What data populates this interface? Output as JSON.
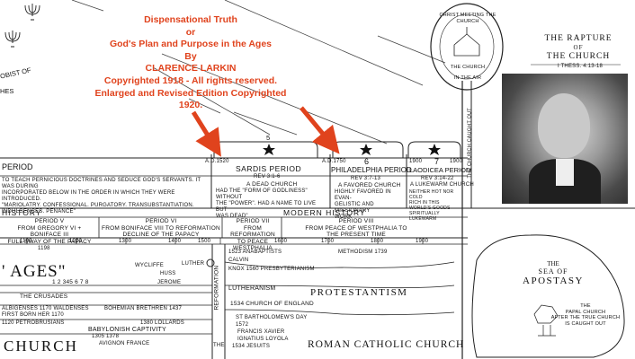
{
  "credit": {
    "line1": "Dispensational Truth",
    "line2": "or",
    "line3": "God's Plan and Purpose in the Ages",
    "line4": "By",
    "line5": "CLARENCE LARKIN",
    "line6": "Copyrighted 1918 - All rights reserved.",
    "line7": "Enlarged and Revised Edition Copyrighted 1920.",
    "color": "#e0431d"
  },
  "left_edge": {
    "t1": "OBIST OF",
    "t2": "HES",
    "ages": "' AGES\"",
    "church": "CHURCH"
  },
  "periods": {
    "left_title": "PERIOD",
    "left_lines": [
      "TO TEACH PERNICIOUS DOCTRINES AND SEDUCE GOD'S SERVANTS. IT WAS DURING",
      "INCORPORATED BELOW IN THE ORDER IN WHICH THEY WERE INTRODUCED.",
      "\"MARIOLATRY. CONFESSIONAL. PURGATORY. TRANSUBSTANTIATION. INDULGENCES. PENANCE\""
    ],
    "sardis": {
      "date": "A.D.1520",
      "num": "5",
      "title": "SARDIS PERIOD",
      "ref": "REV 3:1-6",
      "name": "A DEAD CHURCH",
      "desc": [
        "HAD THE \"FORM OF GODLINESS\" WITHOUT",
        "THE \"POWER\". HAD A NAME TO LIVE BUT",
        "WAS DEAD\""
      ]
    },
    "philadelphia": {
      "date": "A.D.1750",
      "num": "6",
      "title": "PHILADELPHIA PERIOD",
      "ref": "REV 3:7-13",
      "name": "A FAVORED CHURCH",
      "desc": [
        "HIGHLY FAVORED IN EVAN-",
        "GELISTIC AND MISSIONARY",
        "WORK"
      ]
    },
    "laodicea": {
      "date": "1900",
      "num": "7",
      "title": "LAODICEA PERIOD",
      "ref": "REV 3:14-22",
      "name": "A LUKEWARM CHURCH",
      "desc": [
        "NEITHER HOT NOR COLD",
        "RICH IN THIS WORLD'S GOODS",
        "SPIRITUALLY LUKEWARM"
      ]
    }
  },
  "history": {
    "left_label": "HISTORY",
    "modern": "MODERN HISTORY",
    "p5": {
      "title": "PERIOD V",
      "l1": "FROM GREGORY VI + BONIFACE III",
      "l2": "FULL SWAY OF THE PAPACY"
    },
    "p6": {
      "title": "PERIOD VI",
      "l1": "FROM BONIFACE VIII TO REFORMATION",
      "l2": "DECLINE OF THE PAPACY"
    },
    "p7": {
      "title": "PERIOD VII",
      "l1": "FROM REFORMATION",
      "l2": "TO PEACE WESTPHALIA"
    },
    "p8": {
      "title": "PERIOD VIII",
      "l1": "FROM PEACE OF WESTPHALIA TO",
      "l2": "THE PRESENT TIME"
    },
    "years": [
      "1100",
      "1200",
      "1300",
      "1400",
      "1500",
      "1600",
      "1700",
      "1800",
      "1900"
    ]
  },
  "events": {
    "e1198": "1198",
    "wycliffe": "WYCLIFFE",
    "huss": "HUSS",
    "jerome": "JEROME",
    "luther": "LUTHER",
    "anabaptists": "1523 ANABAPTISTS",
    "calvin": "CALVIN",
    "presbyterianism": "KNOX 1560 PRESBYTERIANISM",
    "methodism": "METHODISM 1739",
    "lutheranism": "LUTHERANISM",
    "crusades": "THE CRUSADES",
    "crusade_nums": "1 2 345 6 7 8",
    "albigenses": "ALBIGENSES 1170 WALDENSES",
    "bohemian": "BOHEMIAN BRETHREN 1437",
    "petrobrusians": "1120 PETROBRUSIANS",
    "lollards": "1380 LOLLARDS",
    "first_born": "FIRST BORN HER 1170",
    "babylonish": "BABYLONISH CAPTIVITY",
    "babylonish_years": "1305 1378",
    "avignon": "AVIGNON FRANCE",
    "protestantism": "PROTESTANTISM",
    "england": "1534 CHURCH OF ENGLAND",
    "bartholomew": "ST BARTHOLOMEW'S DAY",
    "bartholomew_year": "1572",
    "xavier": "FRANCIS XAVIER",
    "loyola": "IGNATIUS LOYOLA",
    "jesuits": "1534 JESUITS",
    "rcc": "ROMAN CATHOLIC CHURCH",
    "reformation": "REFORMATION",
    "the": "THE",
    "church_caught_out": "THE CHURCH CAUGHT OUT",
    "caught_year": "1900"
  },
  "rapture": {
    "circle_top": "CHRIST MEETING THE CHURCH",
    "circle_mid": "THE CHURCH",
    "circle_bot": "IN THE AIR",
    "title1": "THE RAPTURE",
    "title2": "OF",
    "title3": "THE CHURCH",
    "ref": "I THESS. 4:13-18"
  },
  "apostasy": {
    "the": "THE",
    "sea": "SEA OF",
    "apostasy": "APOSTASY",
    "l1": "THE",
    "l2": "PAPAL CHURCH",
    "l3": "AFTER THE TRUE CHURCH",
    "l4": "IS CAUGHT OUT"
  }
}
